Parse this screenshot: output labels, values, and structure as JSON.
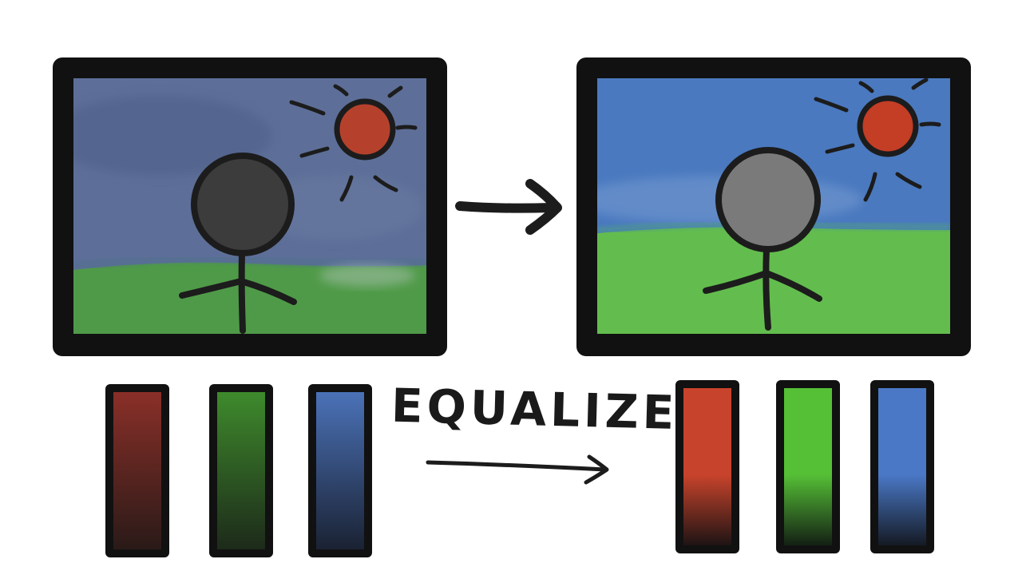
{
  "caption": "EQUALIZE",
  "colors": {
    "frame": "#111111",
    "before_sky": "#5d6f98",
    "before_ground": "#4f9a48",
    "before_sun": "#b5412c",
    "before_head": "#3c3c3c",
    "after_sky": "#4a79bf",
    "after_ground": "#63bd4e",
    "after_sun": "#c43d25",
    "after_head": "#7a7a7a",
    "stroke": "#1c1c1c"
  },
  "channels": {
    "before": [
      {
        "name": "red",
        "top": "#8a2f28",
        "bottom": "#2a1a18"
      },
      {
        "name": "green",
        "top": "#3e8a2c",
        "bottom": "#1d2a1a"
      },
      {
        "name": "blue",
        "top": "#4b72b8",
        "bottom": "#1a2233"
      }
    ],
    "after": [
      {
        "name": "red",
        "top": "#c8432b",
        "bottom": "#1e1414"
      },
      {
        "name": "green",
        "top": "#55bf36",
        "bottom": "#142014"
      },
      {
        "name": "blue",
        "top": "#4a78c6",
        "bottom": "#141a24"
      }
    ]
  }
}
